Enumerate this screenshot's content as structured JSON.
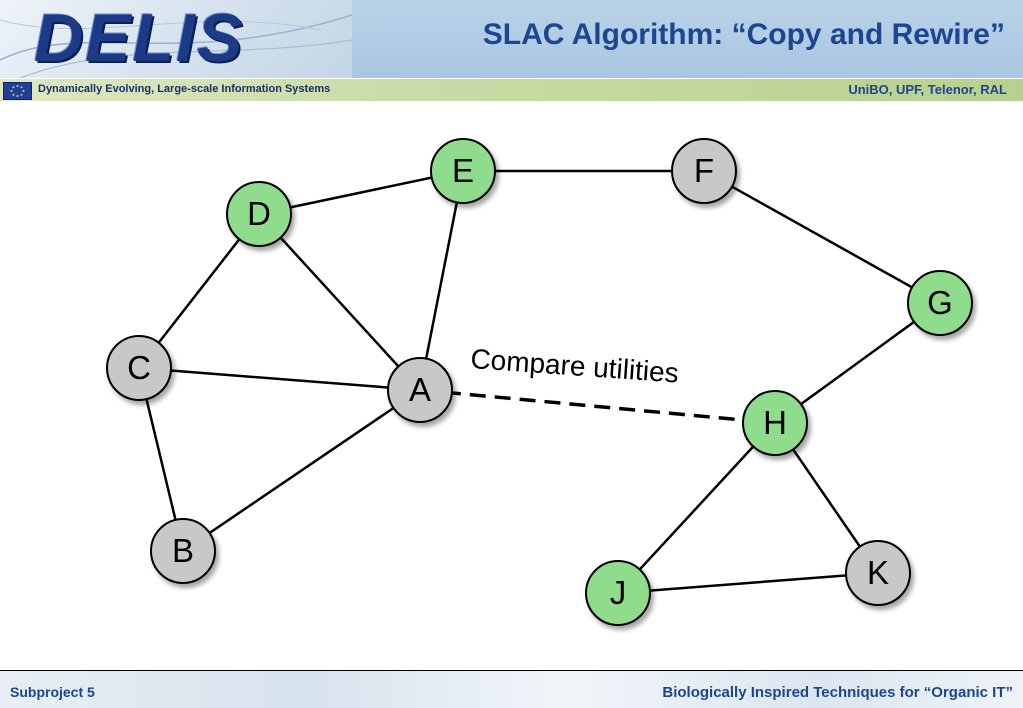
{
  "header": {
    "logo_text": "DELIS",
    "title": "SLAC Algorithm: “Copy and Rewire”",
    "tagline": "Dynamically Evolving, Large-scale Information Systems",
    "partners": "UniBO, UPF, Telenor, RAL"
  },
  "diagram": {
    "annotation": "Compare utilities",
    "colors": {
      "active": "#8fdc8c",
      "inactive": "#c8c8c8",
      "edge": "#000000"
    },
    "nodes": [
      {
        "id": "A",
        "label": "A",
        "state": "inactive"
      },
      {
        "id": "B",
        "label": "B",
        "state": "inactive"
      },
      {
        "id": "C",
        "label": "C",
        "state": "inactive"
      },
      {
        "id": "D",
        "label": "D",
        "state": "active"
      },
      {
        "id": "E",
        "label": "E",
        "state": "active"
      },
      {
        "id": "F",
        "label": "F",
        "state": "inactive"
      },
      {
        "id": "G",
        "label": "G",
        "state": "active"
      },
      {
        "id": "H",
        "label": "H",
        "state": "active"
      },
      {
        "id": "J",
        "label": "J",
        "state": "active"
      },
      {
        "id": "K",
        "label": "K",
        "state": "inactive"
      }
    ],
    "edges": [
      {
        "from": "D",
        "to": "E",
        "style": "solid"
      },
      {
        "from": "E",
        "to": "F",
        "style": "solid"
      },
      {
        "from": "F",
        "to": "G",
        "style": "solid"
      },
      {
        "from": "G",
        "to": "H",
        "style": "solid"
      },
      {
        "from": "D",
        "to": "C",
        "style": "solid"
      },
      {
        "from": "D",
        "to": "A",
        "style": "solid"
      },
      {
        "from": "E",
        "to": "A",
        "style": "solid"
      },
      {
        "from": "C",
        "to": "A",
        "style": "solid"
      },
      {
        "from": "C",
        "to": "B",
        "style": "solid"
      },
      {
        "from": "B",
        "to": "A",
        "style": "solid"
      },
      {
        "from": "H",
        "to": "J",
        "style": "solid"
      },
      {
        "from": "H",
        "to": "K",
        "style": "solid"
      },
      {
        "from": "J",
        "to": "K",
        "style": "solid"
      },
      {
        "from": "A",
        "to": "H",
        "style": "dashed"
      }
    ]
  },
  "footer": {
    "left": "Subproject 5",
    "right": "Biologically Inspired Techniques for “Organic IT”"
  }
}
